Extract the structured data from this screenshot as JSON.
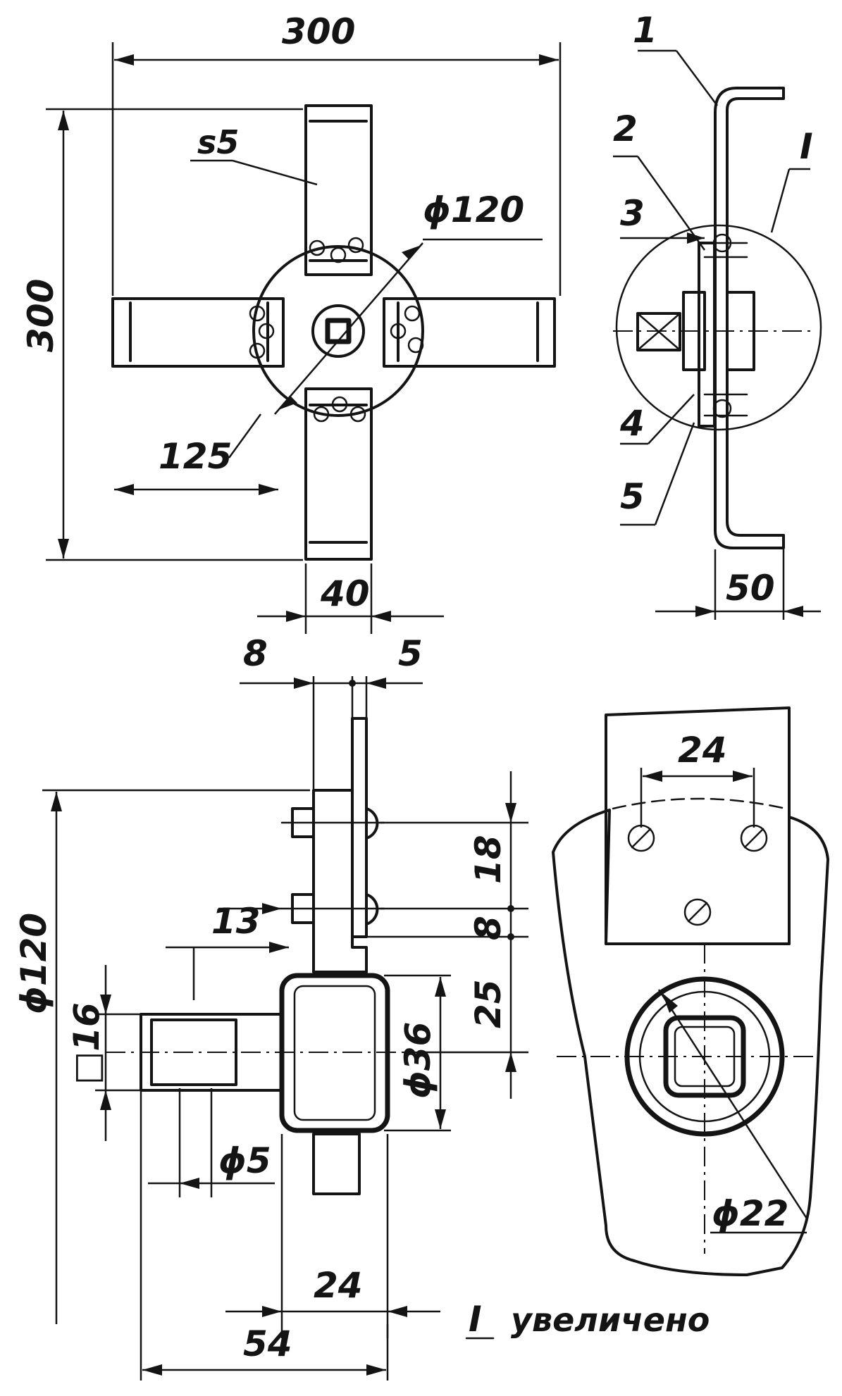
{
  "labels": {
    "top_width": "300",
    "left_height": "300",
    "thickness": "s5",
    "hub_dia": "ϕ120",
    "arm_offset": "125",
    "arm_width": "40",
    "side_depth": "50",
    "part_1": "1",
    "part_2": "2",
    "part_3": "3",
    "part_4": "4",
    "part_5": "5",
    "detail_mark": "I",
    "sec_8": "8",
    "sec_5": "5",
    "sec_18": "18",
    "sec_8b": "8",
    "sec_25": "25",
    "sec_13": "13",
    "sec_dia120": "ϕ120",
    "sec_sq16": "□16",
    "sec_dia36": "ϕ36",
    "sec_dia5": "ϕ5",
    "sec_24": "24",
    "sec_54": "54",
    "det_24": "24",
    "det_dia22": "ϕ22",
    "detail_roman": "I",
    "detail_caption": "увеличено"
  }
}
